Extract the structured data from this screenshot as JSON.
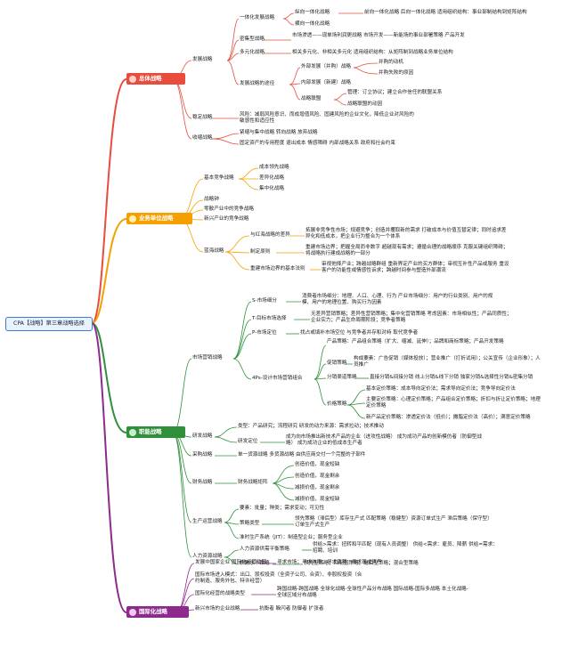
{
  "root": "CPA【战略】第三章战略选择",
  "colors": {
    "red": "#e74c3c",
    "orange": "#f5a000",
    "green": "#2f8f3b",
    "purple": "#8e2a8e",
    "root": "#3a7bd5"
  },
  "b1": {
    "label": "总体战略",
    "fazhan": "发展战略",
    "yiti": "一体化发展战略",
    "zongxiang": "纵向一体化战略",
    "zongxiang_desc": "前向一体化战略  后向一体化战略  适用组织结构：事业部制结构到矩阵结构",
    "hengxiang": "横向一体化战略",
    "mizhi": "密集型战略",
    "mizhi_desc": "市场渗透——现单场利润更战略  市场开发——新能场的事业部署策略  产品开发",
    "duoyuan": "多元化战略",
    "duoyuan_desc": "相关多元化、非相关多元化  适用组织结构：从矩阵制到战略业务单位结构",
    "tujing": "发展战略的途径",
    "waibu": "外部发展（并购）战略",
    "binggou1": "并购的动机",
    "binggou2": "并购失败的原因",
    "neibu": "内部发展（新建）战略",
    "lianmeng": "战略联盟",
    "lianmeng1": "管理：订立协议；建立合作信任的联盟关系",
    "lianmeng2": "战略联盟的动因",
    "wending": "稳定战略",
    "wending_desc": "风险：减弱风险意识、而成增值风险、固建风险的企业文化，降低企业对风险的敏感性和适应性",
    "shousuo": "收缩战略",
    "shousuo1": "紧缩与集中战略  转向战略  放弃战略",
    "shousuo2": "固定资产的专用程度  退出成本  情感障碍  内部战略关系  政府和社会约束"
  },
  "b2": {
    "label": "业务单位战略",
    "jiben": "基本竞争战略",
    "chengben": "成本领先战略",
    "chayi": "差异化战略",
    "jizhong": "集中化战略",
    "zhanlue": "战略钟",
    "lingsan": "零散产业中的竞争战略",
    "xinxing": "新兴产业的竞争战略",
    "lanhai": "蓝海战略",
    "hongbie": "与红海战略的差异",
    "hongbie_desc": "拓展非竞争性市场；规避竞争；创造并攫取新的需求  打破成本与价值互替定律；同时追求差异化和低成本，把企业行为整合为一个体系",
    "zhiding": "制定原则",
    "zhiding_desc": "重建市场边界；把握全局而非数字  超越现有需求；遵循合理的战略顺序  克服关键组织障碍；将战略执行建成战略的一部分",
    "chongjian": "重建市场边界的基本法则",
    "chongjian_desc": "审视他择产业；跨越战略群组  重新界定产业的买方群体；审视互补性产品或服务  重设客户的功能性或情感性诉求；跨越时间参与塑造外部潮流"
  },
  "b3": {
    "label": "职能战略",
    "yingxiao": "市场营销战略",
    "s_xifen": "S-市场细分",
    "s_xifen_desc": "消费者市场细分：地理、人口、心理、行为  产业市场细分：用户的行业类别、用户的规模、用户的地理位置、购买行为因素",
    "t_xuanze": "T-目标市场选择",
    "t_xuanze_desc": "无差异营销策略；差异性营销策略；集中化营销策略  考虑因素：市场相似性；产品同质性；企业实力；产品生命周期阶段；竞争者策略",
    "p_dingwei": "P-市场定位",
    "p_dingwei_desc": "找占或填补市场空位  与竞争者并存和对峙  取代竞争者",
    "zuhe": "4Ps-设计市场营销组合",
    "chanpin": "产品策略：产品组合策略（扩大、缩减、延伸）；品牌和商标策略；产品开发策略",
    "cuxiao": "促销策略",
    "cuxiao_desc": "构成要素：广告促销（媒体投放）；营业推广（打折试用）；公关宣传（企业形象）；人员推广",
    "fenxiao": "分销渠道策略",
    "fenxiao_desc": "直接分销&间接分销  线上分销&线下分销  独家分销&选择性分销&密集分销",
    "jiage": "价格策略",
    "jiage1": "基本定价策略：成本导向定价法；需求导向定价法；竞争导向定价法",
    "jiage2": "主要定价策略：心理定价策略；产品组合定价策略；折扣与折让定价策略；地理定价策略",
    "jiage3": "新产品定价策略：渗透定价法（低价）；撇脂定价法（高价）；满意定价策略",
    "yanfa": "研发战略",
    "yanfa_leixing": "类型：产品研究；流程研究  研发的动力来源：需求拉动；技术推动",
    "yanfa_dingwei": "研发定位",
    "yanfa_dingwei_desc": "成为向市场推出新技术产品的企业（进攻性战略）  成为成功产品的创新模仿者（防御型战略）  成为成功企业的低成本生产者",
    "caigou": "采购战略",
    "caigou_desc": "单一货源战略  多货源战略  由供应商交付一个完整的子部件",
    "caiwu": "财务战略",
    "juzhen": "财务战略矩阵",
    "jz1": "创造价值，现金短缺",
    "jz2": "创造价值，现金剩余",
    "jz3": "减损价值，现金剩余",
    "jz4": "减损价值，现金短缺",
    "shengchan": "生产运营战略",
    "sc_yaosu": "要素：批量；种类；需求变动；可见性",
    "sc_leixing": "策略类型",
    "sc_leixing_desc": "领先策略（滞后型）库存生产式  匹配策略（稳健型）资源订单式生产  滞后策略（保守型）订单生产式生产",
    "sc_jit": "准时生产系统（JIT）：制造型企业；服务型企业",
    "renli": "人力资源战略",
    "rl_xuqiu": "人力资源供需平衡策略",
    "rl_xuqiu_desc": "供给>需求：扭转和平匹配（现有人员调整）  供给<需求：雇员、降薪  供给=需求：招聘、培训",
    "rl_xinchou": "薪酬水平策略",
    "rl_xinchou_desc": "领先型策略；匹配型策略；拖后型策略；混合型策略"
  },
  "b4": {
    "label": "国际化战略",
    "i1": "发展中国家企业  国际化经营动因",
    "i1_desc": "寻求市场；寻求效率；寻求资源；寻求现成资产",
    "i2": "国际市场进入模式：出口、股权投资（全资子公司、合资）、非股权投资（合约制造、服务外包、特许经营）",
    "i3": "国际化经营的战略类型",
    "i3_desc": "跨国战略-跨国战略  全球化战略-全球性产品分布战略  国际战略-国际多战略  本土化战略-全球区域分布战略",
    "i4": "新兴市场的企业战略",
    "i4_desc": "抗衡者  躲闪者  防御者  扩张者"
  }
}
